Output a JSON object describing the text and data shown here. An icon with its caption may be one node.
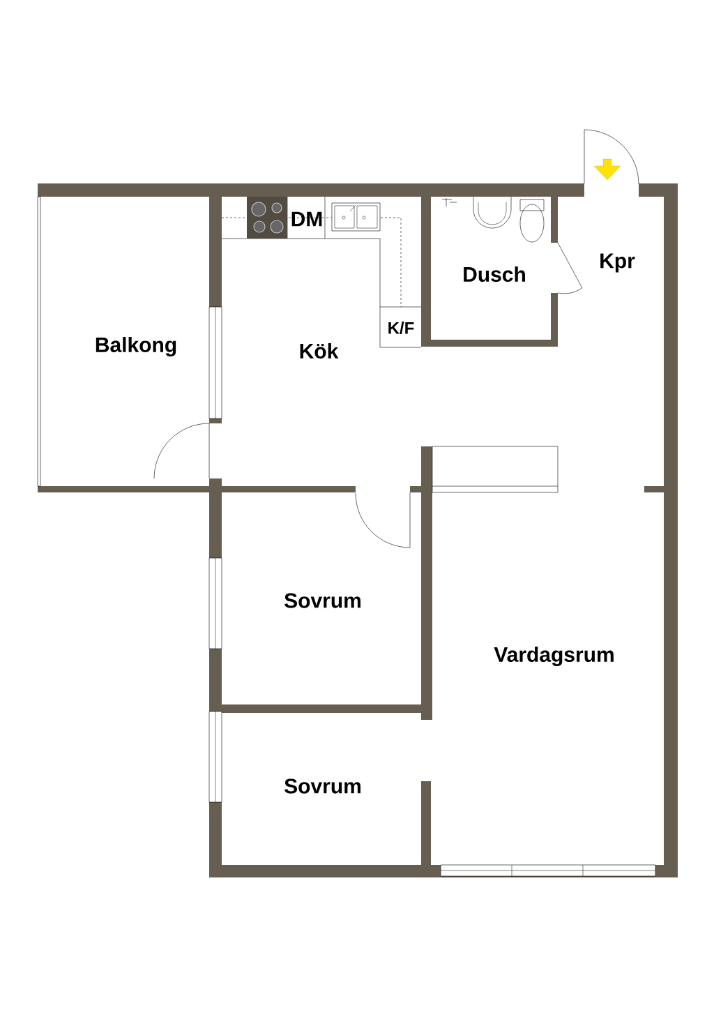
{
  "diagram": {
    "labels": [
      "Balkong",
      "DM",
      "Dusch",
      "Kpr",
      "K/F",
      "Kök",
      "Sovrum",
      "Vardagsrum",
      "Sovrum"
    ]
  }
}
